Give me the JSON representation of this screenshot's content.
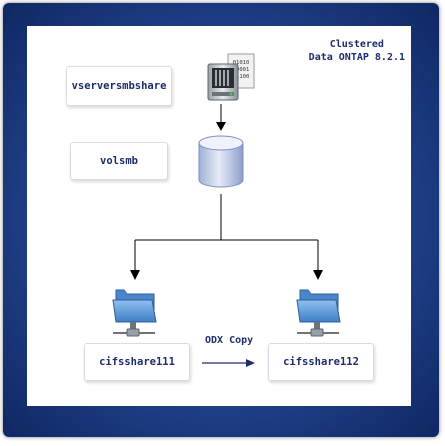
{
  "diagram": {
    "title_line1": "Clustered",
    "title_line2": "Data ONTAP 8.2.1",
    "vserver_label": "vserversmbshare",
    "volume_label": "volsmb",
    "share_left_label": "cifsshare111",
    "share_right_label": "cifsshare112",
    "copy_label": "ODX Copy",
    "server_binary": [
      "01010",
      "10001",
      "01100"
    ]
  },
  "colors": {
    "frame": "#1f3f86",
    "text": "#1d2d6b",
    "folder": "#5b9bd5",
    "cylinder": "#c9d3ea"
  },
  "icons": [
    "server-icon",
    "database-icon",
    "network-folder-icon",
    "arrow-icon"
  ]
}
